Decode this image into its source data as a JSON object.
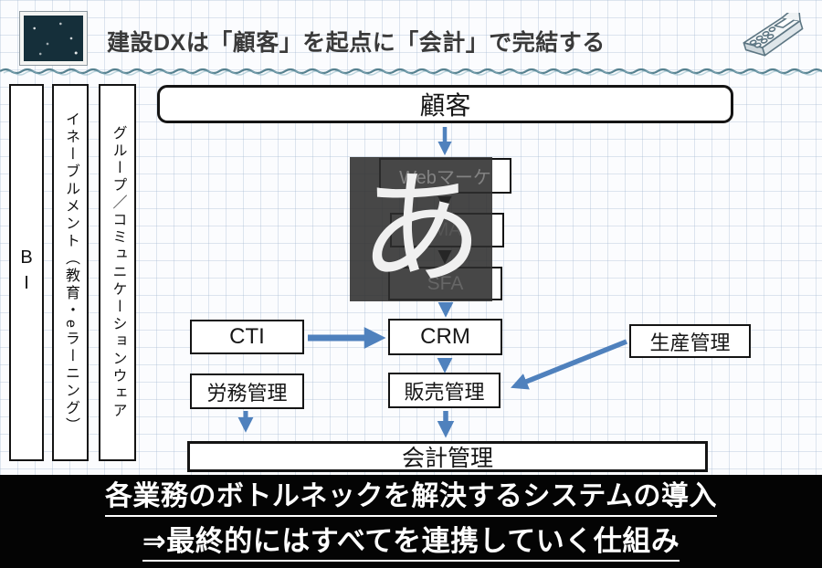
{
  "header": {
    "title": "建設DXは「顧客」を起点に「会計」で完結する"
  },
  "sidebar": {
    "items": [
      {
        "label": "BI"
      },
      {
        "label": "イネーブルメント（教育・eラーニング）"
      },
      {
        "label": "グループ／コミュニケーションウェア"
      }
    ]
  },
  "diagram": {
    "customer": "顧客",
    "web_marketing": "Webマーケ",
    "ma": "MA",
    "sfa": "SFA",
    "cti": "CTI",
    "crm": "CRM",
    "production": "生産管理",
    "labor": "労務管理",
    "sales": "販売管理",
    "accounting": "会計管理"
  },
  "ime": {
    "preview_char": "あ"
  },
  "footer": {
    "line1": "各業務のボトルネックを解決するシステムの導入",
    "line2": "⇒最終的にはすべてを連携していく仕組み"
  },
  "colors": {
    "arrow_blue": "#4f81bd",
    "overlay_dark": "#2d2d2d",
    "banner_black": "#040404",
    "logo_navy": "#152f3a"
  }
}
